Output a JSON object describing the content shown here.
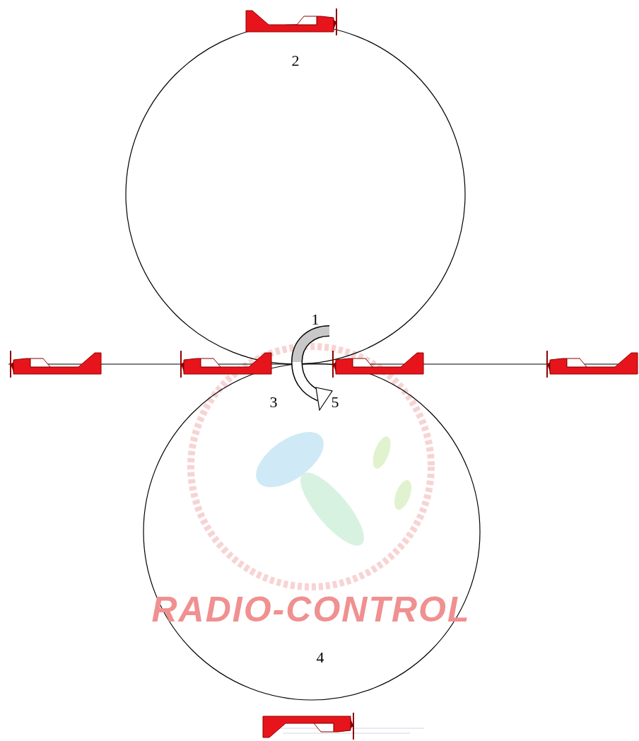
{
  "diagram": {
    "labels": [
      "2",
      "1",
      "3",
      "5",
      "4",
      "RADIO-CONTROL"
    ]
  }
}
